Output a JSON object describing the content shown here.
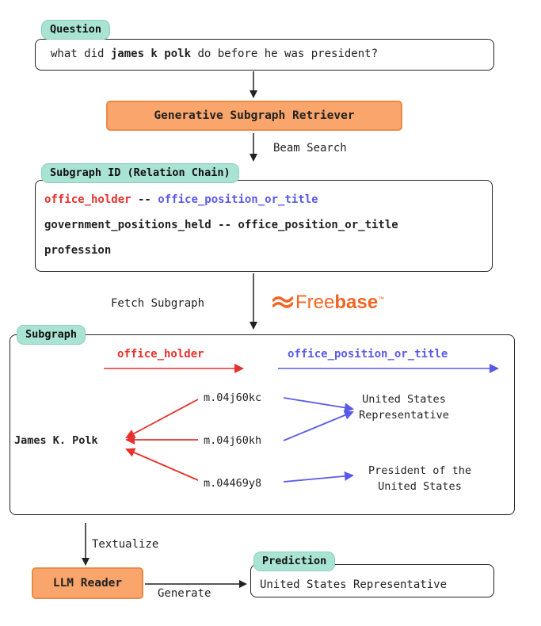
{
  "question": {
    "tag": "Question",
    "text_before": "what did ",
    "text_bold": "james k polk",
    "text_after": " do before he was president?"
  },
  "retriever": {
    "label": "Generative Subgraph Retriever"
  },
  "beam_search": "Beam Search",
  "subgraph_id": {
    "tag": "Subgraph ID (Relation Chain)",
    "line1_red": "office_holder",
    "line1_sep": " -- ",
    "line1_blue": "office_position_or_title",
    "line2": "government_positions_held -- office_position_or_title",
    "line3": "profession"
  },
  "fetch_subgraph": "Fetch Subgraph",
  "freebase": {
    "part1": "Free",
    "part2": "base",
    "tm": "™"
  },
  "subgraph": {
    "tag": "Subgraph",
    "legend_red": "office_holder",
    "legend_blue": "office_position_or_title",
    "entity": "James K. Polk",
    "mids": [
      "m.04j60kc",
      "m.04j60kh",
      "m.04469y8"
    ],
    "targets": [
      {
        "line1": "United States",
        "line2": "Representative"
      },
      {
        "line1": "President of the",
        "line2": "United States"
      }
    ]
  },
  "textualize": "Textualize",
  "llm_reader": {
    "label": "LLM Reader"
  },
  "generate": "Generate",
  "prediction": {
    "tag": "Prediction",
    "text": "United States Representative"
  },
  "colors": {
    "red": "#e8302c",
    "blue": "#5a5ae8",
    "orange": "#f9a56b",
    "teal": "#a9e3d3",
    "freebase": "#f26522"
  },
  "icons": [
    "freebase-logo-icon"
  ]
}
